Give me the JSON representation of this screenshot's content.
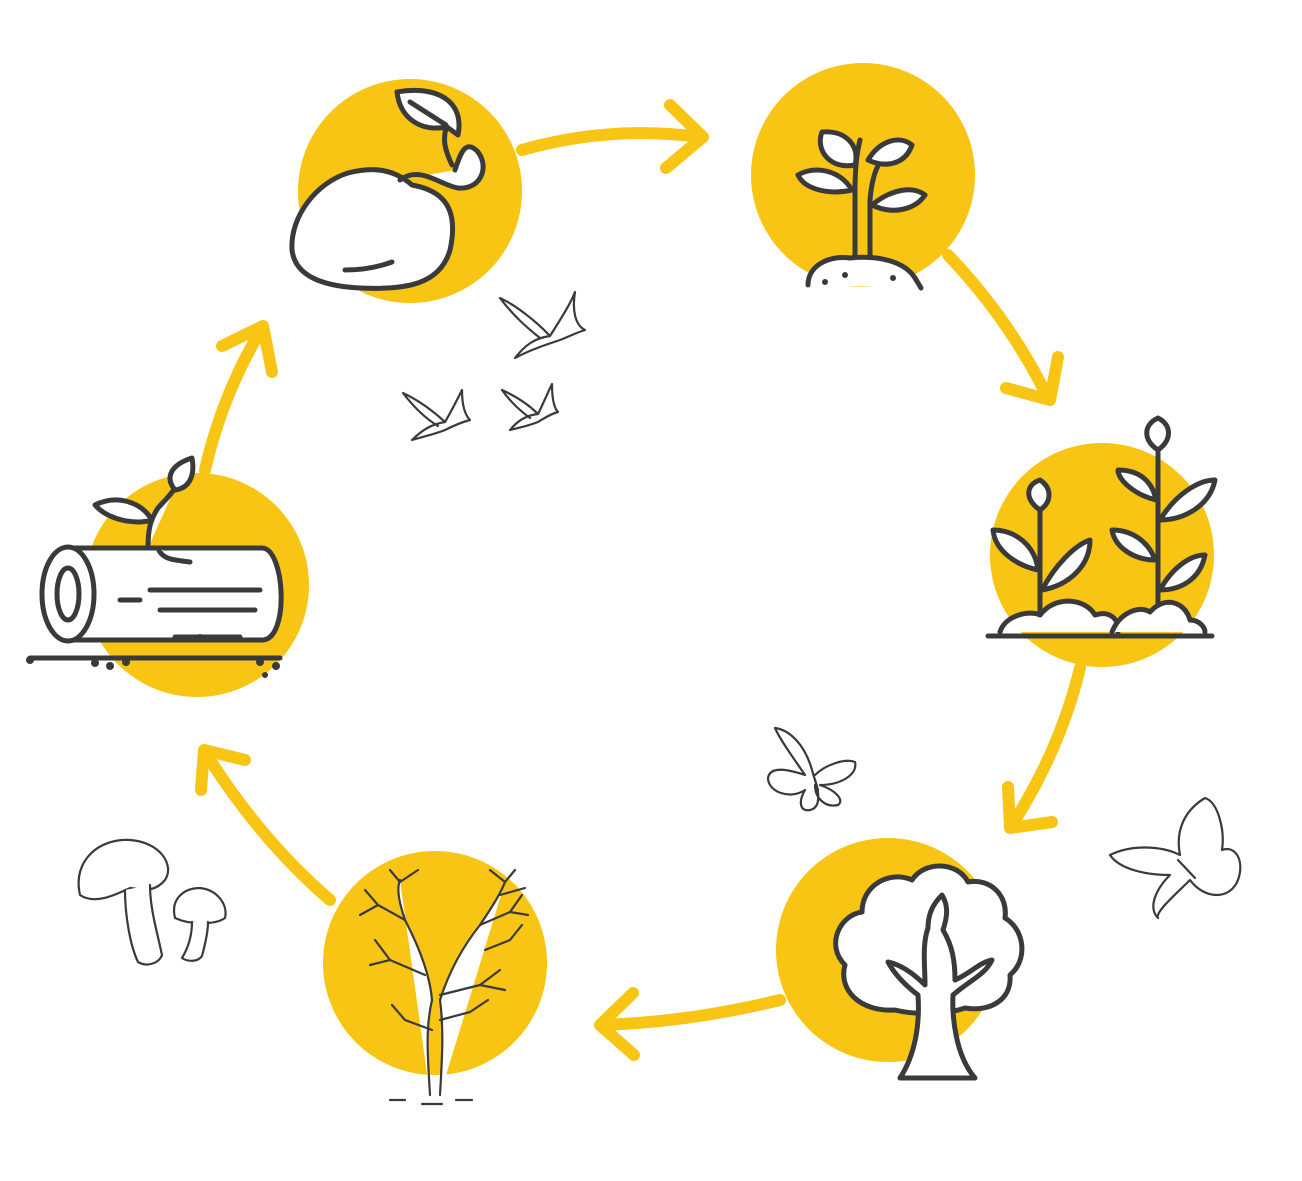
{
  "diagram": {
    "accent_color": "#F8C514",
    "ink_color": "#3a3a3a",
    "background_color": "#ffffff",
    "stages": [
      {
        "id": "seed",
        "icon": "sprouting-seed-icon"
      },
      {
        "id": "seedling",
        "icon": "seedling-icon"
      },
      {
        "id": "young-plants",
        "icon": "young-plants-icon"
      },
      {
        "id": "mature-tree",
        "icon": "mature-tree-icon"
      },
      {
        "id": "dead-tree",
        "icon": "dead-tree-icon"
      },
      {
        "id": "decaying-log",
        "icon": "log-with-sprout-icon"
      }
    ],
    "decorations": [
      "birds-icon",
      "butterflies-icon",
      "mushrooms-icon"
    ]
  }
}
